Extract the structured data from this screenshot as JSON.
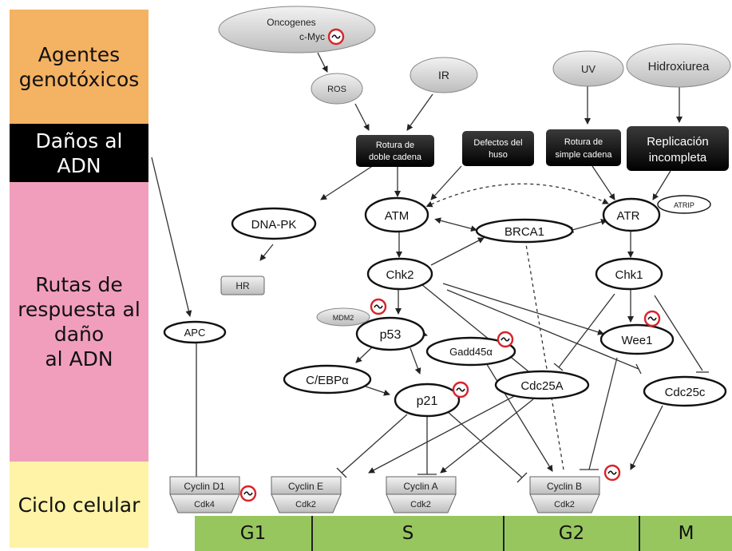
{
  "bands": {
    "agents": [
      "Agentes",
      "genotóxicos"
    ],
    "damage": [
      "Daños al",
      "ADN"
    ],
    "routes": [
      "Rutas de",
      "respuesta al",
      "daño",
      "al ADN"
    ],
    "cycle": [
      "Ciclo celular"
    ]
  },
  "phases": [
    "G1",
    "S",
    "G2",
    "M"
  ],
  "sources": {
    "oncogenes": [
      "Oncogenes",
      "c-Myc"
    ],
    "ros": "ROS",
    "ir": "IR",
    "uv": "UV",
    "hydroxyurea": "Hidroxiurea"
  },
  "lesions": {
    "double_strand": [
      "Rotura de",
      "doble cadena"
    ],
    "spindle": [
      "Defectos del",
      "huso"
    ],
    "single_strand": [
      "Rotura de",
      "simple cadena"
    ],
    "replication": [
      "Replicación",
      "incompleta"
    ]
  },
  "nodes": {
    "dnapk": "DNA-PK",
    "atm": "ATM",
    "brca1": "BRCA1",
    "atr": "ATR",
    "atrip": "ATRIP",
    "hr": "HR",
    "chk2": "Chk2",
    "chk1": "Chk1",
    "mdm2": "MDM2",
    "p53": "p53",
    "apc": "APC",
    "gadd45": "Gadd45α",
    "wee1": "Wee1",
    "cebpa": "C/EBPα",
    "p21": "p21",
    "cdc25a": "Cdc25A",
    "cdc25c": "Cdc25c"
  },
  "cyclins": [
    {
      "cyclin": "Cyclin D1",
      "cdk": "Cdk4"
    },
    {
      "cyclin": "Cyclin E",
      "cdk": "Cdk2"
    },
    {
      "cyclin": "Cyclin A",
      "cdk": "Cdk2"
    },
    {
      "cyclin": "Cyclin B",
      "cdk": "Cdk2"
    }
  ],
  "colors": {
    "agents_band": "#f4b263",
    "damage_band": "#000000",
    "routes_band": "#f19ebd",
    "cycle_band": "#fef3a7",
    "phase_bar": "#97c65f",
    "oscillation_marker": "#d8232a"
  }
}
